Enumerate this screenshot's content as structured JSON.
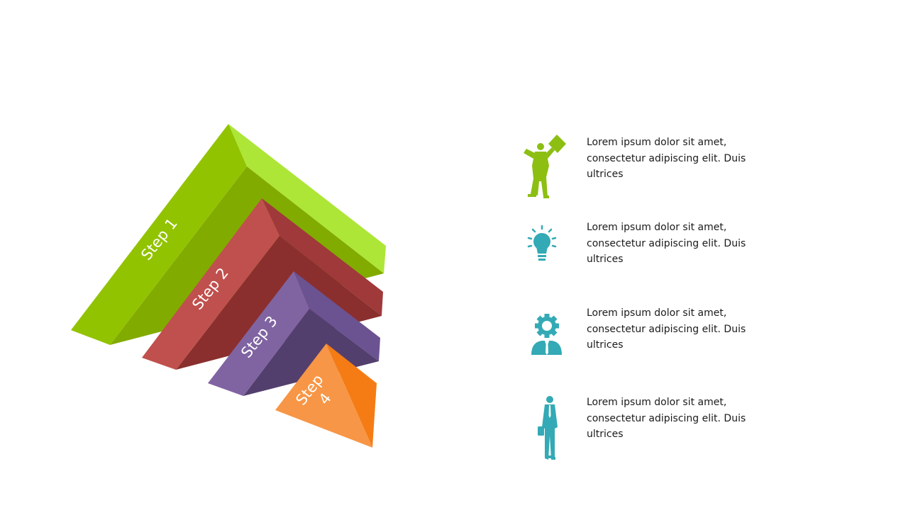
{
  "steps": [
    {
      "label": "Step 1",
      "color_front": "#92c300",
      "color_top": "#ade637",
      "color_inner": "#82ab00"
    },
    {
      "label": "Step 2",
      "color_front": "#c0504d",
      "color_top": "#a0393a",
      "color_inner": "#8a2f2e"
    },
    {
      "label": "Step 3",
      "color_front": "#8064a2",
      "color_top": "#6b5290",
      "color_inner": "#533f6e"
    },
    {
      "label_line1": "Step",
      "label_line2": "4",
      "color_front": "#f79646",
      "color_top": "#f57c14"
    }
  ],
  "items": [
    {
      "icon": "celebrating-person-icon",
      "icon_color": "#8cbf12",
      "text": "Lorem ipsum dolor sit amet, consectetur adipiscing elit. Duis ultrices"
    },
    {
      "icon": "lightbulb-icon",
      "icon_color": "#33aab5",
      "text": "Lorem ipsum dolor sit amet, consectetur adipiscing elit. Duis ultrices"
    },
    {
      "icon": "gear-head-person-icon",
      "icon_color": "#33aab5",
      "text": "Lorem ipsum dolor sit amet, consectetur adipiscing elit. Duis ultrices"
    },
    {
      "icon": "businessman-icon",
      "icon_color": "#33aab5",
      "text": "Lorem ipsum dolor sit amet, consectetur adipiscing elit. Duis ultrices"
    }
  ]
}
